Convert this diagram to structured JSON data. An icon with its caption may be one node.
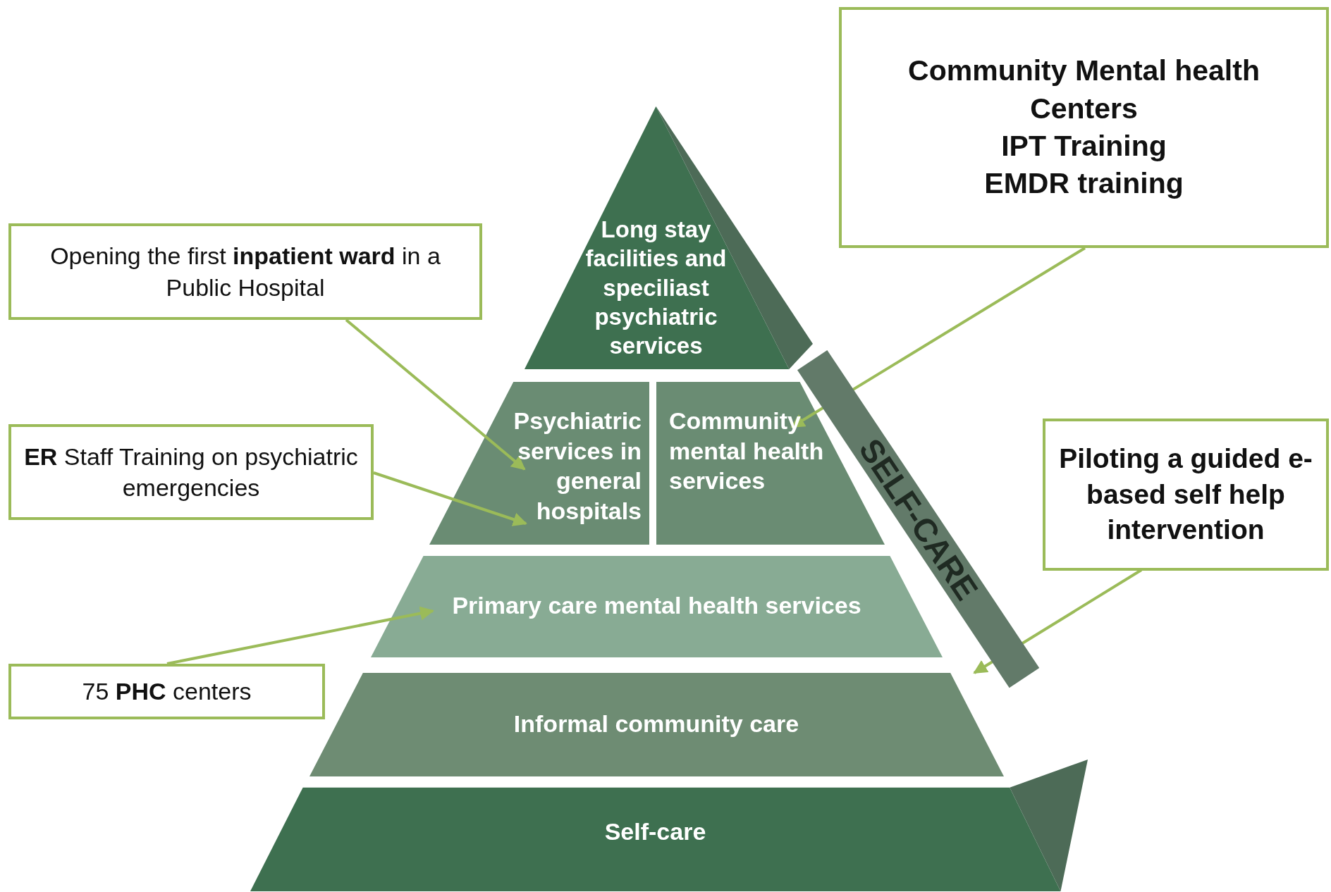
{
  "diagram": {
    "nodes": [
      {
        "text": [
          "Community Mental health Centers",
          "IPT Training",
          "EMDR training"
        ]
      },
      {
        "text": [
          "Long stay facilities and speciliast psychiatric services"
        ]
      },
      {
        "text": [
          "Opening the first **inpatient ward** in a Public Hospital"
        ]
      },
      {
        "text": [
          "Psychiatric services in general hospitals"
        ]
      },
      {
        "text": [
          "Community mental health services"
        ]
      },
      {
        "text": [
          "**ER** Staff Training on psychiatric emergencies"
        ]
      },
      {
        "text": [
          "SELF-CARE"
        ]
      },
      {
        "text": [
          "Piloting a guided e-based self help intervention"
        ]
      },
      {
        "text": [
          "Primary care mental health services"
        ]
      },
      {
        "text": [
          "75 **PHC** centers"
        ]
      },
      {
        "text": [
          "Informal community care"
        ]
      },
      {
        "text": [
          "Self-care"
        ]
      }
    ],
    "edges": [
      {
        "from": 0,
        "to": 4,
        "arrow": "to"
      },
      {
        "from": 2,
        "to": 3,
        "arrow": "to"
      },
      {
        "from": 5,
        "to": 3,
        "arrow": "to"
      },
      {
        "from": 7,
        "to": 6,
        "arrow": "to"
      },
      {
        "from": 9,
        "to": 8,
        "arrow": "to"
      }
    ]
  }
}
